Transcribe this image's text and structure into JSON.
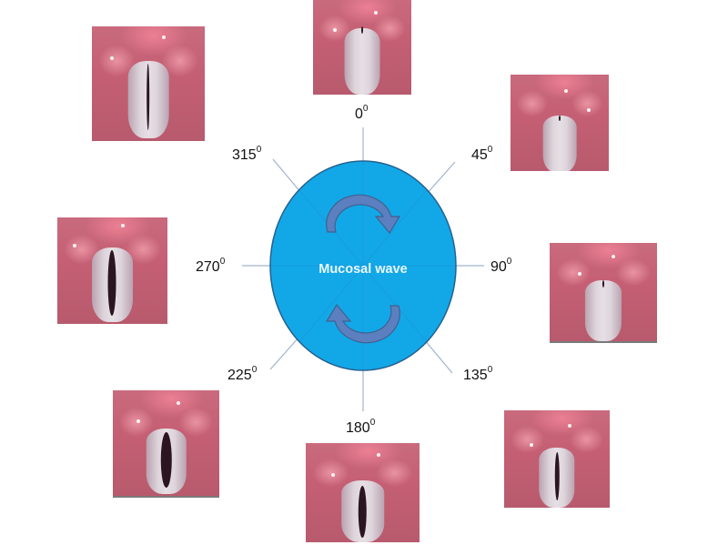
{
  "diagram": {
    "center_label": "Mucosal wave",
    "colors": {
      "ellipse_fill": "#12a8e8",
      "ellipse_stroke": "#25618f",
      "arrow_fill": "#5b7fbf",
      "arrow_stroke": "#41608f",
      "spoke": "#9fb4cc"
    },
    "phases": [
      {
        "angle": "0",
        "unit": "0",
        "glottis_open": "closed-slight"
      },
      {
        "angle": "45",
        "unit": "0",
        "glottis_open": "closed"
      },
      {
        "angle": "90",
        "unit": "0",
        "glottis_open": "closed"
      },
      {
        "angle": "135",
        "unit": "0",
        "glottis_open": "opening"
      },
      {
        "angle": "180",
        "unit": "0",
        "glottis_open": "open"
      },
      {
        "angle": "225",
        "unit": "0",
        "glottis_open": "wide-open"
      },
      {
        "angle": "270",
        "unit": "0",
        "glottis_open": "open"
      },
      {
        "angle": "315",
        "unit": "0",
        "glottis_open": "narrow"
      }
    ],
    "images": [
      {
        "phase": "0",
        "description": "vocal folds endoscopic image"
      },
      {
        "phase": "45",
        "description": "vocal folds endoscopic image"
      },
      {
        "phase": "90",
        "description": "vocal folds endoscopic image"
      },
      {
        "phase": "135",
        "description": "vocal folds endoscopic image"
      },
      {
        "phase": "180",
        "description": "vocal folds endoscopic image"
      },
      {
        "phase": "225",
        "description": "vocal folds endoscopic image"
      },
      {
        "phase": "270",
        "description": "vocal folds endoscopic image"
      },
      {
        "phase": "315",
        "description": "vocal folds endoscopic image"
      }
    ]
  }
}
